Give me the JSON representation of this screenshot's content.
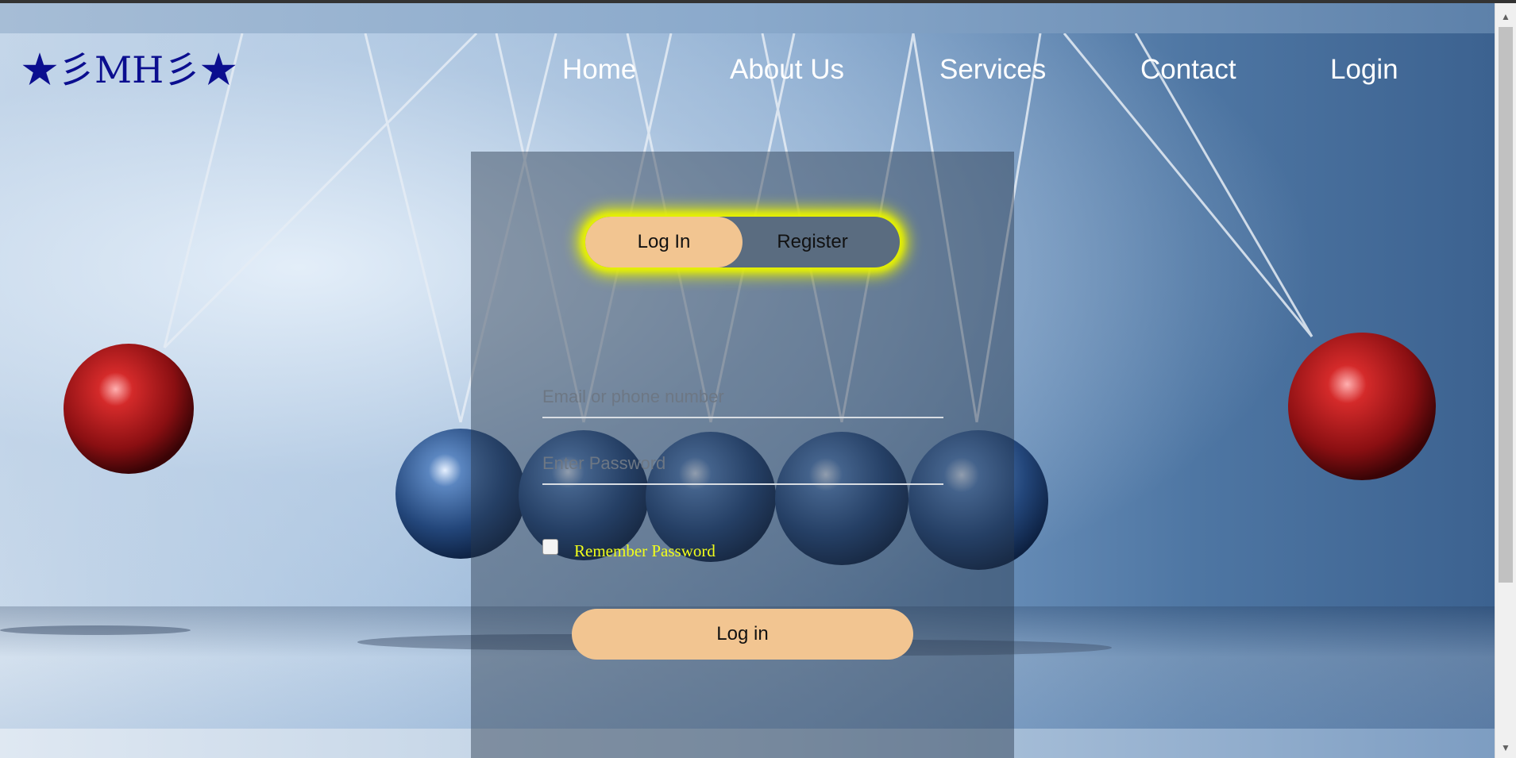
{
  "brand": {
    "logo_text": "★彡MH彡★",
    "logo_color": "#0b0e8f"
  },
  "nav": {
    "items": [
      {
        "label": "Home"
      },
      {
        "label": "About Us"
      },
      {
        "label": "Services"
      },
      {
        "label": "Contact"
      },
      {
        "label": "Login"
      }
    ]
  },
  "auth": {
    "tabs": {
      "login_label": "Log In",
      "register_label": "Register",
      "active": "Log In"
    },
    "email_placeholder": "Email or phone number",
    "password_placeholder": "Enter Password",
    "remember_label": "Remember Password",
    "remember_checked": false,
    "submit_label": "Log in"
  },
  "colors": {
    "accent": "#f2c591",
    "glow": "#e6f000",
    "remember_text": "#f2ff1a",
    "panel_overlay": "rgba(40,55,75,0.45)"
  },
  "icons": {
    "scroll_up": "scroll-up-arrow",
    "scroll_down": "scroll-down-arrow"
  }
}
